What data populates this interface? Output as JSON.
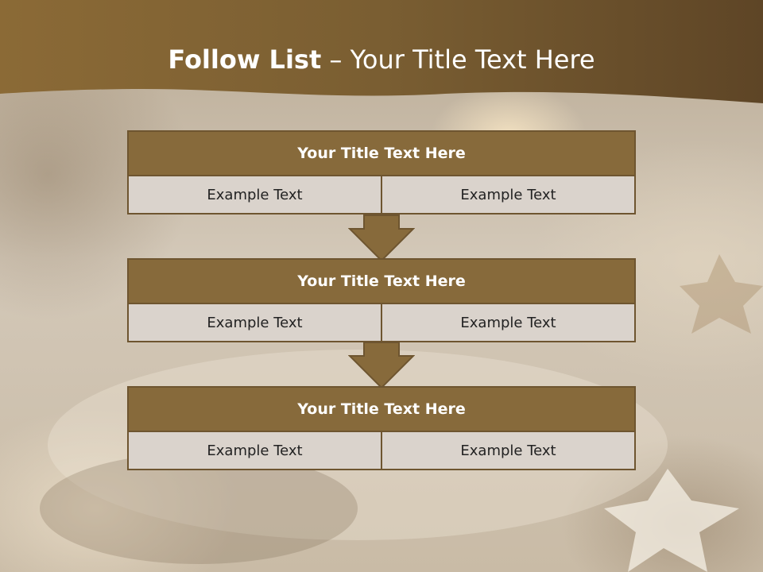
{
  "slide": {
    "title_bold": "Follow List",
    "title_rest": " – Your Title Text Here"
  },
  "blocks": [
    {
      "title": "Your Title Text Here",
      "left": "Example Text",
      "right": "Example Text"
    },
    {
      "title": "Your Title Text Here",
      "left": "Example Text",
      "right": "Example Text"
    },
    {
      "title": "Your Title Text Here",
      "left": "Example Text",
      "right": "Example Text"
    }
  ],
  "colors": {
    "header_band": "#7a5e32",
    "block_header": "#876a3b",
    "block_border": "#6e5530",
    "cell_background": "#d6cfc6"
  }
}
